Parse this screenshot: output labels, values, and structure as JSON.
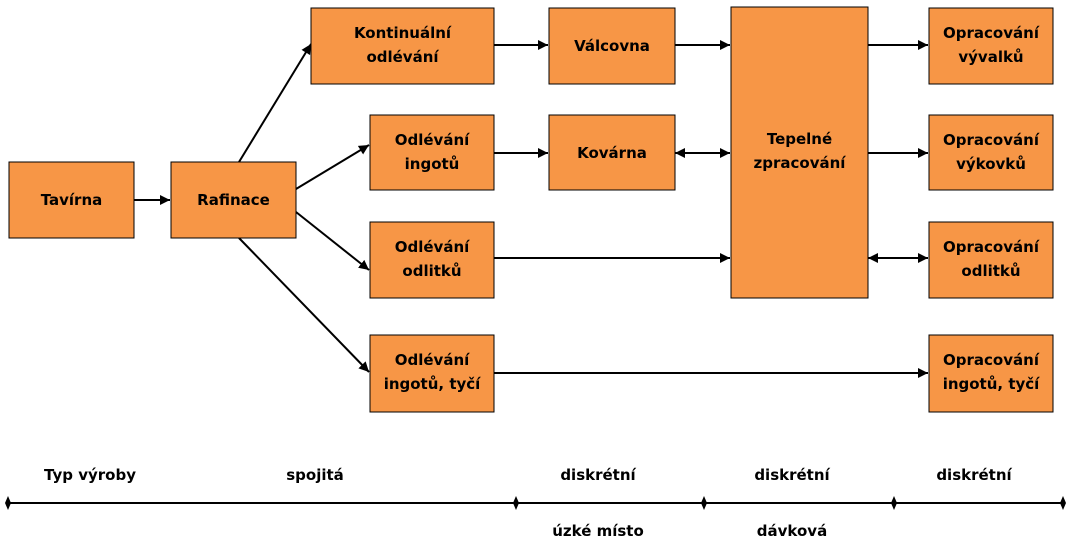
{
  "boxes": {
    "tavirna": [
      "Tavírna"
    ],
    "rafinace": [
      "Rafinace"
    ],
    "kontinualni": [
      "Kontinuální",
      "odlévání"
    ],
    "odlevani_ingotu": [
      "Odlévání",
      "ingotů"
    ],
    "odlevani_odlitku": [
      "Odlévání",
      "odlitků"
    ],
    "odlevani_ingotu_tyci": [
      "Odlévání",
      "ingotů, tyčí"
    ],
    "valcovna": [
      "Válcovna"
    ],
    "kovarna": [
      "Kovárna"
    ],
    "tepelne": [
      "Tepelné",
      "zpracování"
    ],
    "opr_vyvalku": [
      "Opracování",
      "vývalků"
    ],
    "opr_vykovku": [
      "Opracování",
      "výkovků"
    ],
    "opr_odlitku": [
      "Opracování",
      "odlitků"
    ],
    "opr_ingotu_tyci": [
      "Opracování",
      "ingotů, tyčí"
    ]
  },
  "labels": {
    "typ_vyroby": "Typ výroby",
    "spojita": "spojitá",
    "diskretni_1": "diskrétní",
    "diskretni_2": "diskrétní",
    "diskretni_3": "diskrétní",
    "uzke_misto": "úzké místo",
    "davkova": "dávková"
  },
  "colors": {
    "box_fill": "#f79646",
    "stroke": "#000000"
  }
}
